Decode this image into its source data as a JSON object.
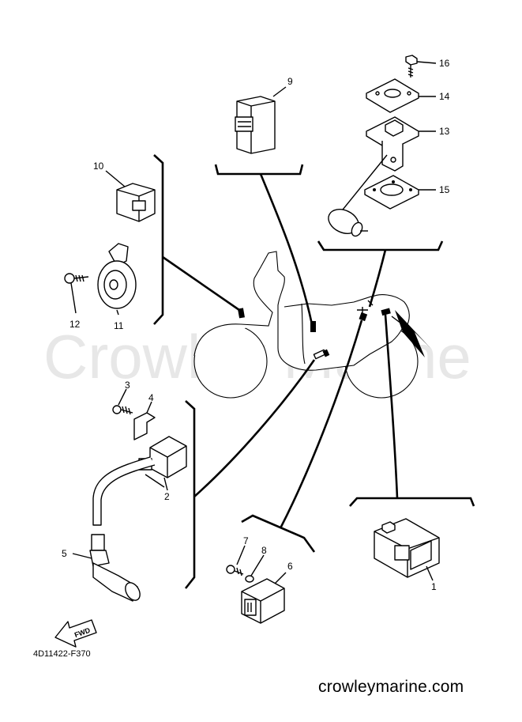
{
  "watermark": "Crowley Marine",
  "part_code": "4D11422-F370",
  "site_url": "crowleymarine.com",
  "fwd_label": "FWD",
  "callouts": {
    "c1": "1",
    "c2": "2",
    "c3": "3",
    "c4": "4",
    "c5": "5",
    "c6": "6",
    "c7": "7",
    "c8": "8",
    "c9": "9",
    "c10": "10",
    "c11": "11",
    "c12": "12",
    "c13": "13",
    "c14": "14",
    "c15": "15",
    "c16": "16"
  }
}
